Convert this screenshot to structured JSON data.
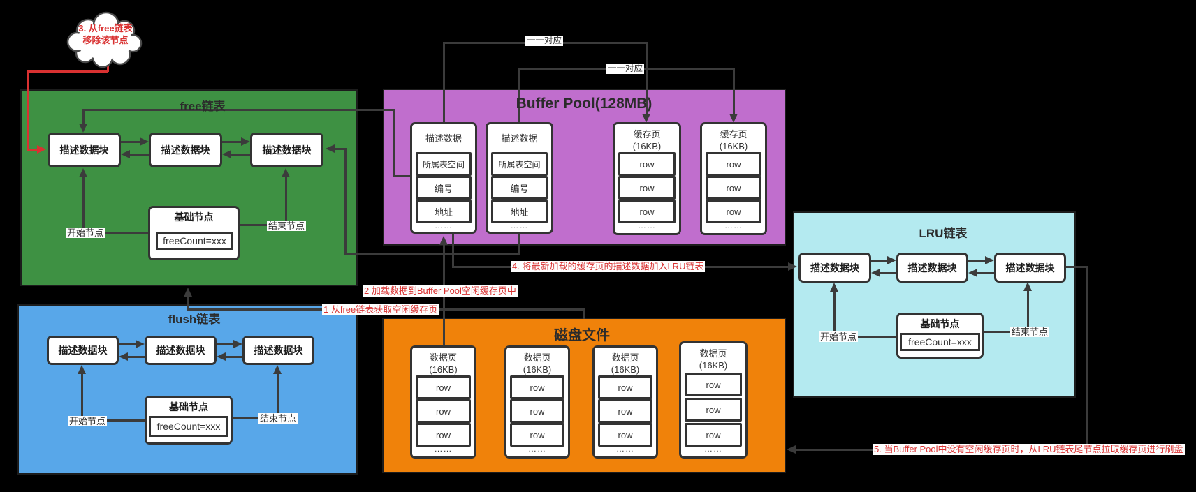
{
  "colors": {
    "bg": "#000000",
    "free": "#3e9143",
    "buffer": "#c06ecd",
    "flush": "#58a7e9",
    "disk": "#f0820a",
    "lru": "#b4eaf0",
    "line": "#3b3b3b",
    "red": "#d93131"
  },
  "panels": {
    "free": {
      "title": "free链表"
    },
    "buffer": {
      "title": "Buffer Pool(128MB)"
    },
    "flush": {
      "title": "flush链表"
    },
    "disk": {
      "title": "磁盘文件"
    },
    "lru": {
      "title": "LRU链表"
    }
  },
  "strings": {
    "desc_block": "描述数据块",
    "desc_data": "描述数据",
    "base_node": "基础节点",
    "free_count": "freeCount=xxx",
    "start_node": "开始节点",
    "end_node": "结束节点",
    "table_space": "所属表空间",
    "page_no": "编号",
    "address": "地址",
    "cache_page": "缓存页",
    "data_page": "数据页",
    "kb": "(16KB)",
    "row": "row",
    "dots": "……",
    "mapping": "一一对应"
  },
  "annotations": {
    "step1": "1 从free链表获取空闲缓存页",
    "step2": "2 加载数据到Buffer Pool空闲缓存页中",
    "step3": "3. 从free链表移除该节点",
    "step4": "4. 将最新加载的缓存页的描述数据加入LRU链表",
    "step5": "5. 当Buffer Pool中没有空闲缓存页时，从LRU链表尾节点拉取缓存页进行刷盘"
  }
}
